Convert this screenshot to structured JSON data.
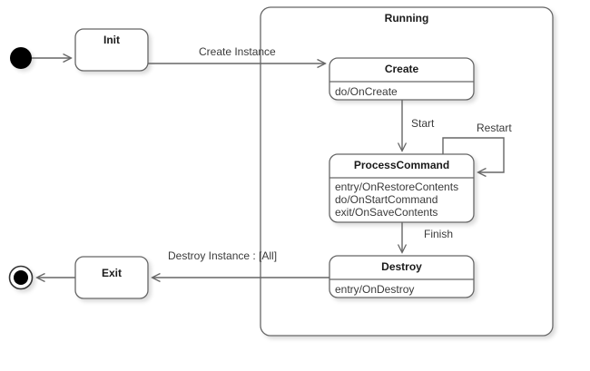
{
  "diagram": {
    "type": "uml-state-machine",
    "background_color": "#ffffff",
    "stroke_color": "#666666",
    "text_color": "#3a3a3a",
    "title_color": "#1a1a1a"
  },
  "pseudostates": {
    "initial": {
      "name": "initial-state",
      "shape": "filled-circle"
    },
    "final": {
      "name": "final-state",
      "shape": "bullseye-circle"
    }
  },
  "states": {
    "init": {
      "title": "Init",
      "body": ""
    },
    "exit": {
      "title": "Exit",
      "body": ""
    },
    "running": {
      "title": "Running"
    },
    "create": {
      "title": "Create",
      "body": "do/OnCreate"
    },
    "process_command": {
      "title": "ProcessCommand",
      "body_lines": [
        "entry/OnRestoreContents",
        "do/OnStartCommand",
        "exit/OnSaveContents"
      ],
      "body": "entry/OnRestoreContents\ndo/OnStartCommand\nexit/OnSaveContents"
    },
    "destroy": {
      "title": "Destroy",
      "body": "entry/OnDestroy"
    }
  },
  "transitions": {
    "create_instance": {
      "label": "Create Instance",
      "from": "Init",
      "to": "Create"
    },
    "start": {
      "label": "Start",
      "from": "Create",
      "to": "ProcessCommand"
    },
    "restart": {
      "label": "Restart",
      "from": "ProcessCommand",
      "to": "ProcessCommand"
    },
    "finish": {
      "label": "Finish",
      "from": "ProcessCommand",
      "to": "Destroy"
    },
    "destroy_instance": {
      "label": "Destroy Instance :  [All]",
      "from": "Destroy",
      "to": "Exit"
    },
    "start_to_init": {
      "label": "",
      "from": "initial",
      "to": "Init"
    },
    "exit_to_final": {
      "label": "",
      "from": "Exit",
      "to": "final"
    }
  }
}
